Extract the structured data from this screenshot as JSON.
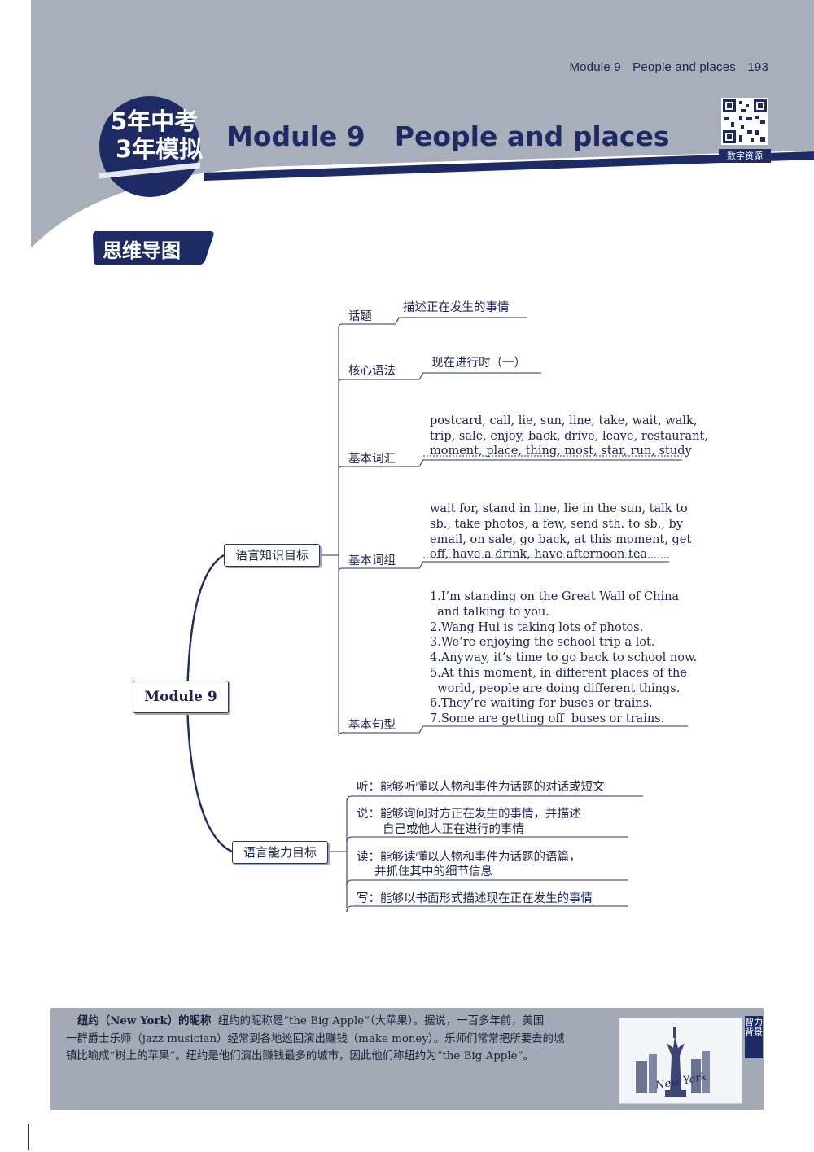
{
  "header": {
    "running_head": {
      "module": "Module 9",
      "title": "People and places",
      "page": "193"
    },
    "logo": {
      "line1": "5年中考",
      "line2": "3年模拟"
    },
    "module_title": {
      "module": "Module 9",
      "subtitle": "People and places"
    },
    "qr_label": "数字资源",
    "section_tab": "思维导图"
  },
  "mindmap": {
    "root": "Module 9",
    "branch_knowledge": {
      "label": "语言知识目标",
      "items": [
        {
          "category": "话题",
          "lines": [
            "描述正在发生的事情"
          ]
        },
        {
          "category": "核心语法",
          "lines": [
            "现在进行时（一）"
          ]
        },
        {
          "category": "基本词汇",
          "lines": [
            "postcard, call, lie, sun, line, take, wait, walk,",
            "trip, sale, enjoy, back, drive, leave, restaurant,",
            "moment, place, thing, most, star, run, study"
          ]
        },
        {
          "category": "基本词组",
          "lines": [
            "wait for, stand in line, lie in the sun, talk to",
            "sb., take photos, a few, send sth. to sb., by",
            "email, on sale, go back, at this moment, get",
            "off, have a drink, have afternoon tea"
          ]
        },
        {
          "category": "基本句型",
          "lines": [
            "1.I’m standing on the Great Wall of China",
            "  and talking to you.",
            "2.Wang Hui is taking lots of photos.",
            "3.We’re enjoying the school trip a lot.",
            "4.Anyway, it’s time to go back to school now.",
            "5.At this moment, in different places of the",
            "  world, people are doing different things.",
            "6.They’re waiting for buses or trains.",
            "7.Some are getting off  buses or trains."
          ]
        }
      ]
    },
    "branch_ability": {
      "label": "语言能力目标",
      "items": [
        {
          "lines": [
            "听：能够听懂以人物和事件为话题的对话或短文"
          ]
        },
        {
          "lines": [
            "说：能够询问对方正在发生的事情，并描述",
            "自己或他人正在进行的事情"
          ]
        },
        {
          "lines": [
            "读：能够读懂以人物和事件为话题的语篇，",
            "并抓住其中的细节信息"
          ]
        },
        {
          "lines": [
            "写：能够以书面形式描述现在正在发生的事情"
          ]
        }
      ]
    }
  },
  "footer": {
    "heading": "纽约（New York）的昵称",
    "line1_rest": "纽约的昵称是“the Big Apple”（大苹果）。据说，一百多年前，美国",
    "line2": "一群爵士乐师（jazz musician）经常到各地巡回演出赚钱（make money）。乐师们常常把所要去的城",
    "line3": "镇比喻成“树上的苹果”。纽约是他们演出赚钱最多的城市，因此他们称纽约为“the Big Apple”。",
    "side_tab": "智力背景",
    "card_caption": "New York"
  }
}
